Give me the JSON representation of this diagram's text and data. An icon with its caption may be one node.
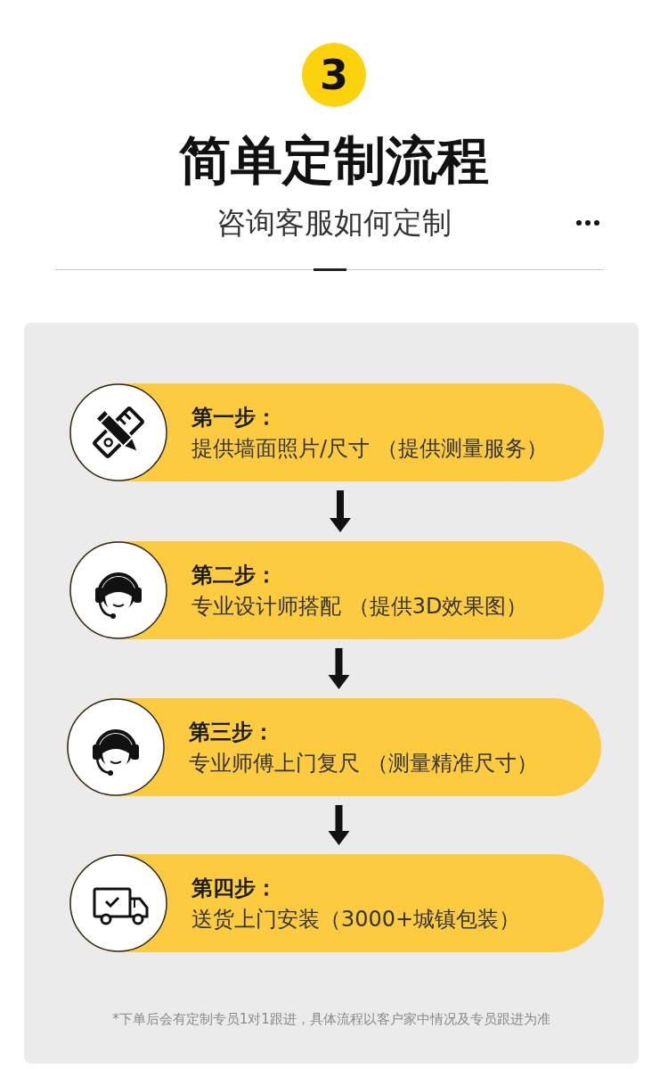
{
  "diagram": {
    "title": "简单定制流程",
    "nodes": [
      {
        "text": [
          "3"
        ]
      },
      {
        "text": [
          "*下单后会有定制专员1对1跟进，具体流程以客户家中情况及专员跟进为准"
        ]
      },
      {
        "text": [
          "第一步：",
          "提供墙面照片/尺寸 （提供测量服务）"
        ],
        "in": 1
      },
      {
        "text": [
          "第二步：",
          "专业设计师搭配 （提供3D效果图）"
        ],
        "in": 1
      },
      {
        "text": [
          "第三步：",
          "专业师傅上门复尺 （测量精准尺寸）"
        ],
        "in": 1
      },
      {
        "text": [
          "第四步：",
          "送货上门安装（3000+城镇包装）"
        ],
        "in": 1
      }
    ],
    "edges": [
      {
        "from": 2,
        "to": 3,
        "arrow": "to"
      },
      {
        "from": 3,
        "to": 4,
        "arrow": "to"
      },
      {
        "from": 4,
        "to": 5,
        "arrow": "to"
      }
    ],
    "labels": [
      "咨询客服如何定制"
    ]
  }
}
